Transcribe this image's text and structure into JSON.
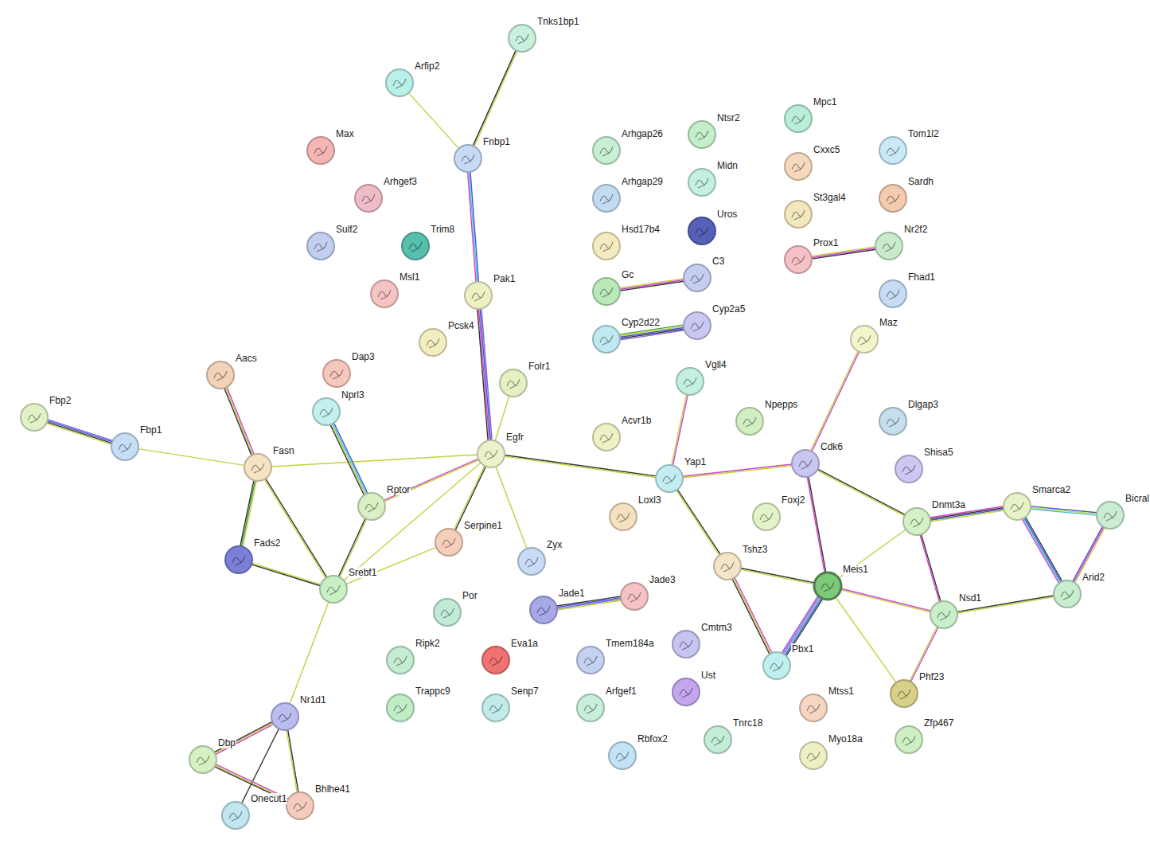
{
  "diagram": {
    "nodes": [
      {
        "text": [
          "Tnks1bp1"
        ]
      },
      {
        "text": [
          "Arfip2"
        ]
      },
      {
        "text": [
          "Mpc1"
        ]
      },
      {
        "text": [
          "Ntsr2"
        ]
      },
      {
        "text": [
          "Max"
        ]
      },
      {
        "text": [
          "Arhgap26"
        ]
      },
      {
        "text": [
          "Tom1l2"
        ]
      },
      {
        "text": [
          "Fnbp1"
        ]
      },
      {
        "text": [
          "Cxxc5"
        ]
      },
      {
        "text": [
          "Midn"
        ]
      },
      {
        "text": [
          "Arhgef3"
        ]
      },
      {
        "text": [
          "Arhgap29"
        ]
      },
      {
        "text": [
          "Sardh"
        ]
      },
      {
        "text": [
          "St3gal4"
        ]
      },
      {
        "text": [
          "Uros"
        ]
      },
      {
        "text": [
          "Sulf2"
        ]
      },
      {
        "text": [
          "Trim8"
        ]
      },
      {
        "text": [
          "Hsd17b4"
        ]
      },
      {
        "text": [
          "Nr2f2"
        ]
      },
      {
        "text": [
          "Prox1"
        ]
      },
      {
        "text": [
          "C3"
        ]
      },
      {
        "text": [
          "Gc"
        ]
      },
      {
        "text": [
          "Msl1"
        ]
      },
      {
        "text": [
          "Fhad1"
        ]
      },
      {
        "text": [
          "Pak1"
        ]
      },
      {
        "text": [
          "Cyp2a5"
        ]
      },
      {
        "text": [
          "Cyp2d22"
        ]
      },
      {
        "text": [
          "Maz"
        ]
      },
      {
        "text": [
          "Pcsk4"
        ]
      },
      {
        "text": [
          "Dap3"
        ]
      },
      {
        "text": [
          "Aacs"
        ]
      },
      {
        "text": [
          "Folr1"
        ]
      },
      {
        "text": [
          "Vgll4"
        ]
      },
      {
        "text": [
          "Nprl3"
        ]
      },
      {
        "text": [
          "Fbp2"
        ]
      },
      {
        "text": [
          "Npepps"
        ]
      },
      {
        "text": [
          "Dlgap3"
        ]
      },
      {
        "text": [
          "Acvr1b"
        ]
      },
      {
        "text": [
          "Fbp1"
        ]
      },
      {
        "text": [
          "Egfr"
        ]
      },
      {
        "text": [
          "Cdk6"
        ]
      },
      {
        "text": [
          "Fasn"
        ]
      },
      {
        "text": [
          "Shisa5"
        ]
      },
      {
        "text": [
          "Yap1"
        ]
      },
      {
        "text": [
          "Smarca2"
        ]
      },
      {
        "text": [
          "Rptor"
        ]
      },
      {
        "text": [
          "Bicral"
        ]
      },
      {
        "text": [
          "Loxl3"
        ]
      },
      {
        "text": [
          "Foxj2"
        ]
      },
      {
        "text": [
          "Dnmt3a"
        ]
      },
      {
        "text": [
          "Serpine1"
        ]
      },
      {
        "text": [
          "Fads2"
        ]
      },
      {
        "text": [
          "Zyx"
        ]
      },
      {
        "text": [
          "Tshz3"
        ]
      },
      {
        "text": [
          "Meis1"
        ]
      },
      {
        "text": [
          "Srebf1"
        ]
      },
      {
        "text": [
          "Arid2"
        ]
      },
      {
        "text": [
          "Jade3"
        ]
      },
      {
        "text": [
          "Jade1"
        ]
      },
      {
        "text": [
          "Por"
        ]
      },
      {
        "text": [
          "Nsd1"
        ]
      },
      {
        "text": [
          "Cmtm3"
        ]
      },
      {
        "text": [
          "Ripk2"
        ]
      },
      {
        "text": [
          "Eva1a"
        ]
      },
      {
        "text": [
          "Tmem184a"
        ]
      },
      {
        "text": [
          "Pbx1"
        ]
      },
      {
        "text": [
          "Ust"
        ]
      },
      {
        "text": [
          "Phf23"
        ]
      },
      {
        "text": [
          "Trappc9"
        ]
      },
      {
        "text": [
          "Senp7"
        ]
      },
      {
        "text": [
          "Arfgef1"
        ]
      },
      {
        "text": [
          "Mtss1"
        ]
      },
      {
        "text": [
          "Nr1d1"
        ]
      },
      {
        "text": [
          "Tnrc18"
        ]
      },
      {
        "text": [
          "Zfp467"
        ]
      },
      {
        "text": [
          "Rbfox2"
        ]
      },
      {
        "text": [
          "Myo18a"
        ]
      },
      {
        "text": [
          "Dbp"
        ]
      },
      {
        "text": [
          "Bhlhe41"
        ]
      },
      {
        "text": [
          "Onecut1"
        ]
      }
    ],
    "edges": [
      {
        "from": 0,
        "to": 7,
        "arrow": "none"
      },
      {
        "from": 1,
        "to": 7,
        "arrow": "none"
      },
      {
        "from": 7,
        "to": 24,
        "arrow": "none"
      },
      {
        "from": 24,
        "to": 39,
        "arrow": "none"
      },
      {
        "from": 30,
        "to": 41,
        "arrow": "none"
      },
      {
        "from": 34,
        "to": 38,
        "arrow": "none"
      },
      {
        "from": 38,
        "to": 41,
        "arrow": "none"
      },
      {
        "from": 41,
        "to": 39,
        "arrow": "none"
      },
      {
        "from": 41,
        "to": 51,
        "arrow": "none"
      },
      {
        "from": 41,
        "to": 55,
        "arrow": "none"
      },
      {
        "from": 51,
        "to": 55,
        "arrow": "none"
      },
      {
        "from": 33,
        "to": 45,
        "arrow": "none"
      },
      {
        "from": 45,
        "to": 39,
        "arrow": "none"
      },
      {
        "from": 45,
        "to": 55,
        "arrow": "none"
      },
      {
        "from": 39,
        "to": 55,
        "arrow": "none"
      },
      {
        "from": 39,
        "to": 50,
        "arrow": "none"
      },
      {
        "from": 50,
        "to": 55,
        "arrow": "none"
      },
      {
        "from": 39,
        "to": 52,
        "arrow": "none"
      },
      {
        "from": 39,
        "to": 31,
        "arrow": "none"
      },
      {
        "from": 39,
        "to": 43,
        "arrow": "none"
      },
      {
        "from": 55,
        "to": 72,
        "arrow": "none"
      },
      {
        "from": 72,
        "to": 77,
        "arrow": "none"
      },
      {
        "from": 72,
        "to": 79,
        "arrow": "none"
      },
      {
        "from": 72,
        "to": 78,
        "arrow": "none"
      },
      {
        "from": 77,
        "to": 78,
        "arrow": "none"
      },
      {
        "from": 21,
        "to": 20,
        "arrow": "none"
      },
      {
        "from": 26,
        "to": 25,
        "arrow": "none"
      },
      {
        "from": 19,
        "to": 18,
        "arrow": "none"
      },
      {
        "from": 58,
        "to": 57,
        "arrow": "none"
      },
      {
        "from": 43,
        "to": 32,
        "arrow": "none"
      },
      {
        "from": 43,
        "to": 40,
        "arrow": "none"
      },
      {
        "from": 43,
        "to": 53,
        "arrow": "none"
      },
      {
        "from": 27,
        "to": 40,
        "arrow": "none"
      },
      {
        "from": 40,
        "to": 49,
        "arrow": "none"
      },
      {
        "from": 40,
        "to": 54,
        "arrow": "none"
      },
      {
        "from": 49,
        "to": 44,
        "arrow": "none"
      },
      {
        "from": 44,
        "to": 46,
        "arrow": "none"
      },
      {
        "from": 44,
        "to": 56,
        "arrow": "none"
      },
      {
        "from": 46,
        "to": 56,
        "arrow": "none"
      },
      {
        "from": 49,
        "to": 54,
        "arrow": "none"
      },
      {
        "from": 49,
        "to": 60,
        "arrow": "none"
      },
      {
        "from": 60,
        "to": 56,
        "arrow": "none"
      },
      {
        "from": 54,
        "to": 60,
        "arrow": "none"
      },
      {
        "from": 53,
        "to": 54,
        "arrow": "none"
      },
      {
        "from": 53,
        "to": 65,
        "arrow": "none"
      },
      {
        "from": 54,
        "to": 65,
        "arrow": "none"
      },
      {
        "from": 54,
        "to": 67,
        "arrow": "none"
      },
      {
        "from": 60,
        "to": 67,
        "arrow": "none"
      }
    ]
  }
}
